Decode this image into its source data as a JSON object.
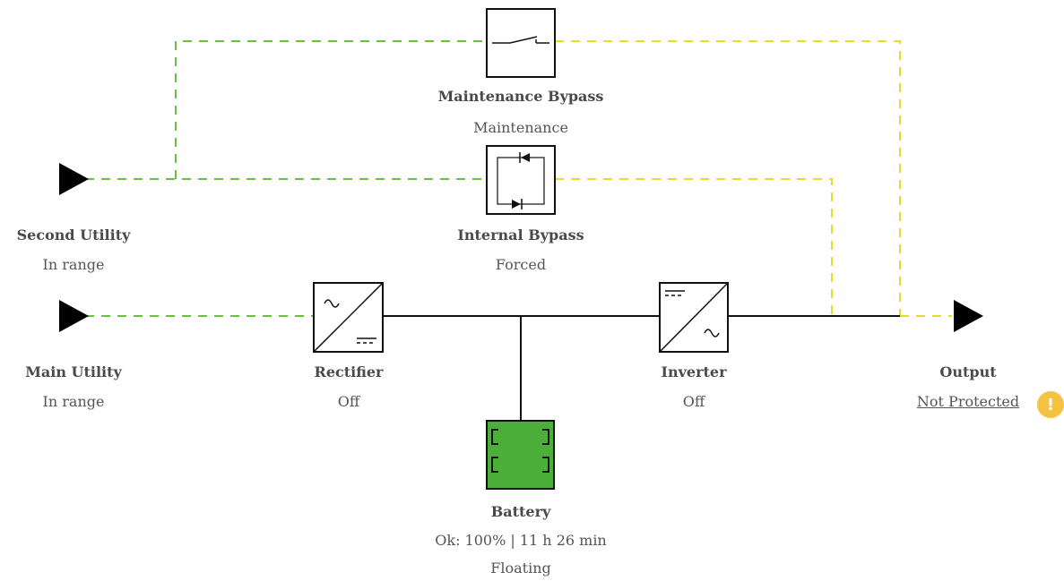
{
  "colors": {
    "ok_path": "#6abf45",
    "bypass_path": "#e8dc2a",
    "wire": "#111111",
    "battery_fill": "#4caf3a",
    "warning": "#f5c242"
  },
  "second_utility": {
    "name": "Second Utility",
    "status": "In range"
  },
  "main_utility": {
    "name": "Main Utility",
    "status": "In range"
  },
  "maintenance_bypass": {
    "name": "Maintenance Bypass",
    "status": "Maintenance"
  },
  "internal_bypass": {
    "name": "Internal Bypass",
    "status": "Forced"
  },
  "rectifier": {
    "name": "Rectifier",
    "status": "Off"
  },
  "inverter": {
    "name": "Inverter",
    "status": "Off"
  },
  "output": {
    "name": "Output",
    "status": "Not Protected",
    "alert_icon": "warning-icon",
    "alert_symbol": "!"
  },
  "battery": {
    "name": "Battery",
    "status": "Ok: 100% | 11 h 26 min",
    "mode": "Floating"
  }
}
